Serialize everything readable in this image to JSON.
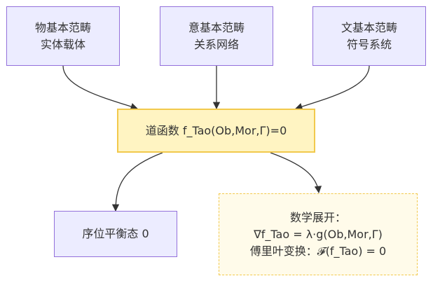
{
  "colors": {
    "node_fill": "#ececff",
    "node_border": "#9370db",
    "center_fill": "#fff4c2",
    "center_border": "#f2c94c",
    "note_fill": "#fffbea",
    "edge": "#333333"
  },
  "nodes": {
    "wu": {
      "line1": "物基本范畴",
      "line2": "实体载体"
    },
    "yi": {
      "line1": "意基本范畴",
      "line2": "关系网络"
    },
    "wen": {
      "line1": "文基本范畴",
      "line2": "符号系统"
    },
    "dao": {
      "text": "道函数 f_Tao(Ob,Mor,Γ)=0"
    },
    "order": {
      "text": "序位平衡态 0"
    },
    "math": {
      "line1": "数学展开：",
      "line2": "∇f_Tao = λ·g(Ob,Mor,Γ)",
      "line3": "傅里叶变换：𝓕(f_Tao) = 0"
    }
  }
}
